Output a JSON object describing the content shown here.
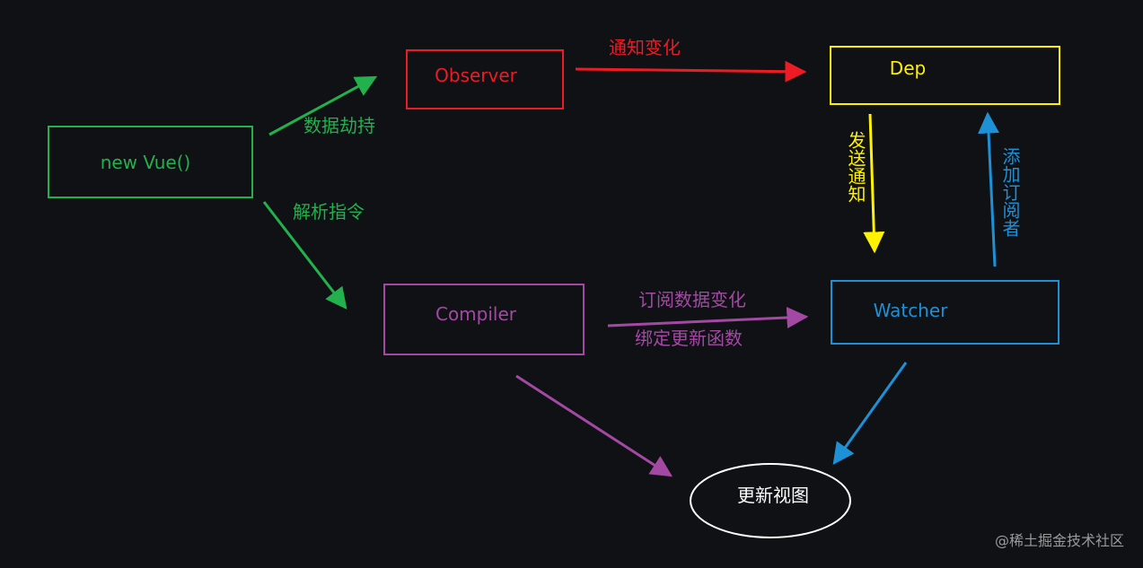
{
  "colors": {
    "background": "#0f1115",
    "green": "#22b14c",
    "red": "#ed1c24",
    "yellow": "#fff200",
    "purple": "#a349a4",
    "blue": "#1e90d6",
    "white": "#ffffff",
    "gray": "#9a9a9a"
  },
  "nodes": {
    "new_vue": "new Vue()",
    "observer": "Observer",
    "dep": "Dep",
    "compiler": "Compiler",
    "watcher": "Watcher",
    "update_view": "更新视图"
  },
  "edges": {
    "data_hijack": "数据劫持",
    "parse_directive": "解析指令",
    "notify_change": "通知变化",
    "send_notify": "发送通知",
    "add_subscriber": "添加订阅者",
    "subscribe_change": "订阅数据变化",
    "bind_update": "绑定更新函数"
  },
  "watermark": "@稀土掘金技术社区"
}
